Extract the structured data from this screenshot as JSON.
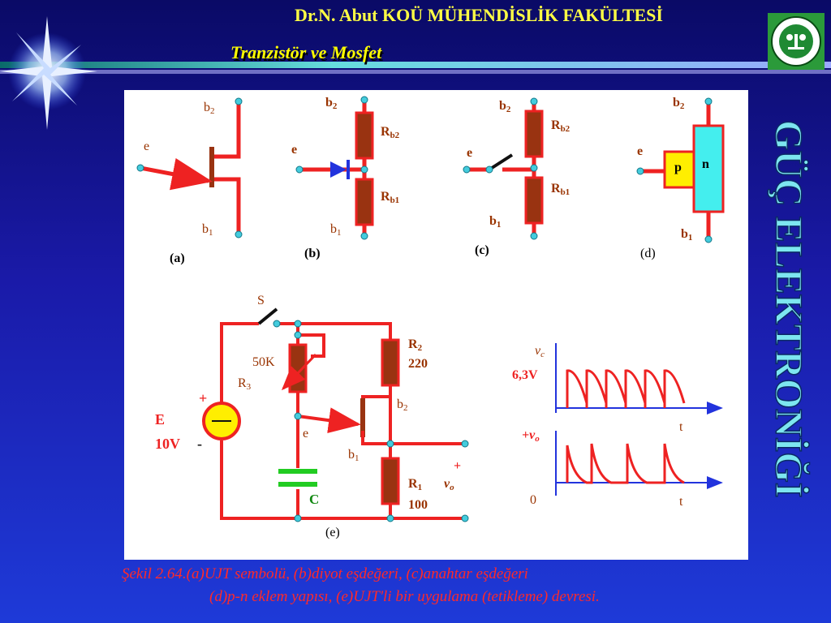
{
  "header": {
    "title": "Dr.N. Abut KOÜ MÜHENDİSLİK FAKÜLTESİ",
    "subtitle": "Tranzistör ve Mosfet"
  },
  "side_title": "GÜÇ ELEKTRONİĞİ",
  "caption": {
    "line1": "Şekil 2.64.(a)UJT sembolü, (b)diyot eşdeğeri, (c)anahtar eşdeğeri",
    "line2": "(d)p-n eklem yapısı, (e)UJT'li bir uygulama (tetikleme) devresi."
  },
  "diagram": {
    "a": {
      "b2": "b",
      "b2_sub": "2",
      "e": "e",
      "b1": "b",
      "b1_sub": "1",
      "label": "(a)"
    },
    "b": {
      "b2": "b",
      "b2_sub": "2",
      "e": "e",
      "b1": "b",
      "b1_sub": "1",
      "rb2": "R",
      "rb2_sub": "b2",
      "rb1": "R",
      "rb1_sub": "b1",
      "label": "(b)"
    },
    "c": {
      "b2": "b",
      "b2_sub": "2",
      "e": "e",
      "b1": "b",
      "b1_sub": "1",
      "rb2": "R",
      "rb2_sub": "b2",
      "rb1": "R",
      "rb1_sub": "b1",
      "label": "(c)"
    },
    "d": {
      "b2": "b",
      "b2_sub": "2",
      "e": "e",
      "b1": "b",
      "b1_sub": "1",
      "p": "p",
      "n": "n",
      "label": "(d)"
    },
    "e": {
      "s": "S",
      "k50": "50K",
      "r3": "R",
      "r3_sub": "3",
      "r2": "R",
      "r2_sub": "2",
      "r2_val": "220",
      "b2": "b",
      "b2_sub": "2",
      "plus": "+",
      "E": "E",
      "ten_v": "10V",
      "minus": "-",
      "e": "e",
      "b1": "b",
      "b1_sub": "1",
      "r1": "R",
      "r1_sub": "1",
      "r1_val": "100",
      "vo_plus": "+",
      "vo": "v",
      "vo_sub": "o",
      "C": "C",
      "label": "(e)"
    },
    "waveform": {
      "vc": "v",
      "vc_sub": "c",
      "v63": "6,3V",
      "t1": "t",
      "pvo": "+v",
      "pvo_sub": "o",
      "zero": "0",
      "t2": "t"
    }
  },
  "colors": {
    "wire": "#ee2222",
    "resistor_fill": "#993311",
    "diode": "#2233dd",
    "terminal": "#44ccdd",
    "n_region": "#44eeee",
    "p_region": "#ffee00",
    "capacitor": "#22cc22",
    "source": "#ffee00",
    "label": "#993300"
  }
}
